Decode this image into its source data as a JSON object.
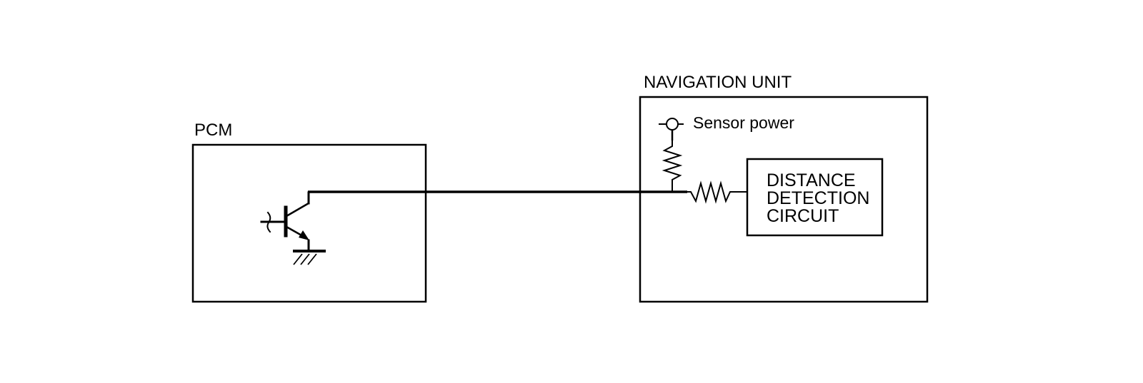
{
  "pcm": {
    "label": "PCM"
  },
  "navigation_unit": {
    "label": "NAVIGATION UNIT",
    "sensor_power_label": "Sensor power",
    "circuit": {
      "lines": [
        "DISTANCE",
        "DETECTION",
        "CIRCUIT"
      ]
    }
  },
  "colors": {
    "line": "#000000",
    "background": "#ffffff"
  }
}
